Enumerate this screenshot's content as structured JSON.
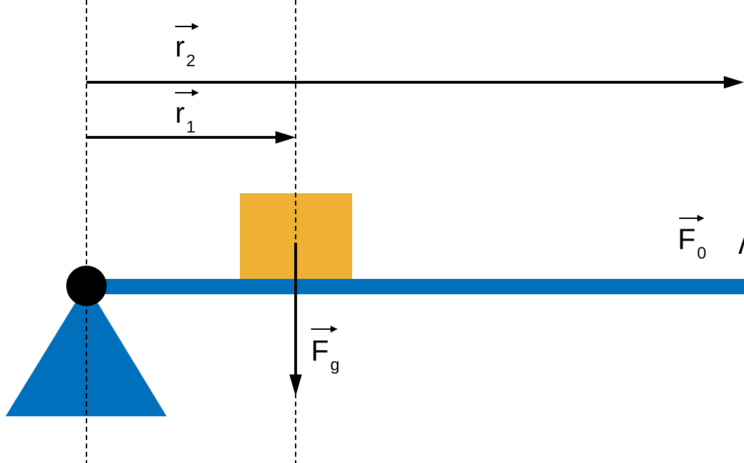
{
  "labels": {
    "r2": {
      "main": "r",
      "sub": "2"
    },
    "r1": {
      "main": "r",
      "sub": "1"
    },
    "F0": {
      "main": "F",
      "sub": "0"
    },
    "Fg": {
      "main": "F",
      "sub": "g"
    }
  },
  "colors": {
    "beam": "#0070bd",
    "fulcrum": "#0070bd",
    "weight": "#efb033",
    "pivot": "#000000",
    "arrows": "#000000",
    "guides": "#000000"
  }
}
